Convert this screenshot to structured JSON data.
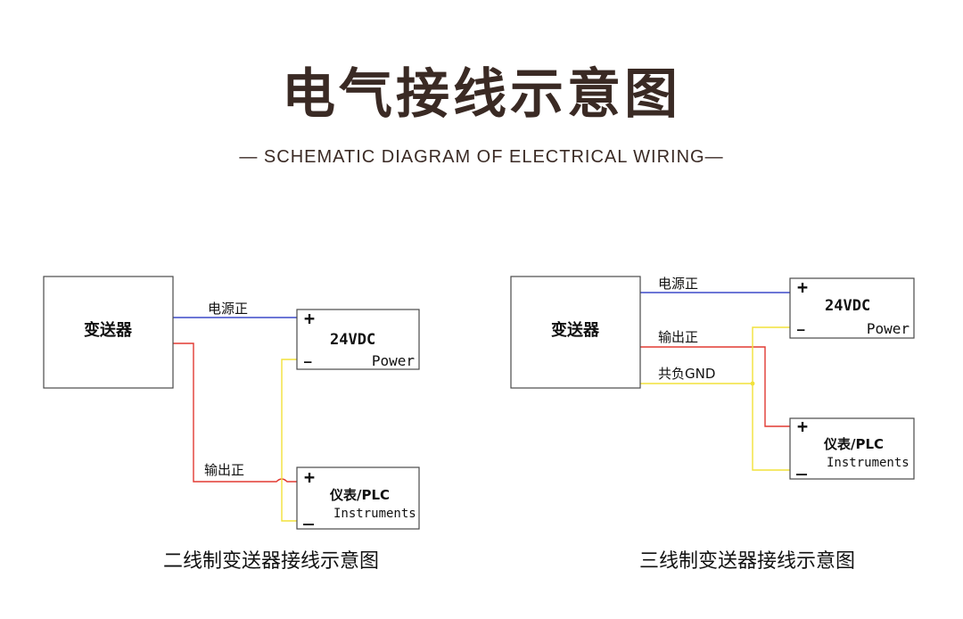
{
  "header": {
    "title": "电气接线示意图",
    "subtitle": "— SCHEMATIC DIAGRAM OF ELECTRICAL WIRING—"
  },
  "colors": {
    "title": "#3a2a24",
    "wire_blue": "#3c48c8",
    "wire_red": "#e23a32",
    "wire_yellow": "#f2e23a",
    "box_border": "#4a4a4a"
  },
  "two_wire": {
    "transmitter_label": "变送器",
    "power_plus": "+",
    "power_voltage": "24VDC",
    "power_minus": "—",
    "power_label": "Power",
    "meter_plus": "+",
    "meter_name": "仪表/PLC",
    "meter_sub": "Instruments",
    "meter_minus": "_",
    "wire_power_label": "电源正",
    "wire_output_label": "输出正",
    "caption": "二线制变送器接线示意图"
  },
  "three_wire": {
    "transmitter_label": "变送器",
    "power_plus": "+",
    "power_voltage": "24VDC",
    "power_minus": "—",
    "power_label": "Power",
    "meter_plus": "+",
    "meter_name": "仪表/PLC",
    "meter_sub": "Instruments",
    "meter_minus": "_",
    "wire_power_label": "电源正",
    "wire_output_label": "输出正",
    "wire_common_label": "共负GND",
    "caption": "三线制变送器接线示意图"
  }
}
